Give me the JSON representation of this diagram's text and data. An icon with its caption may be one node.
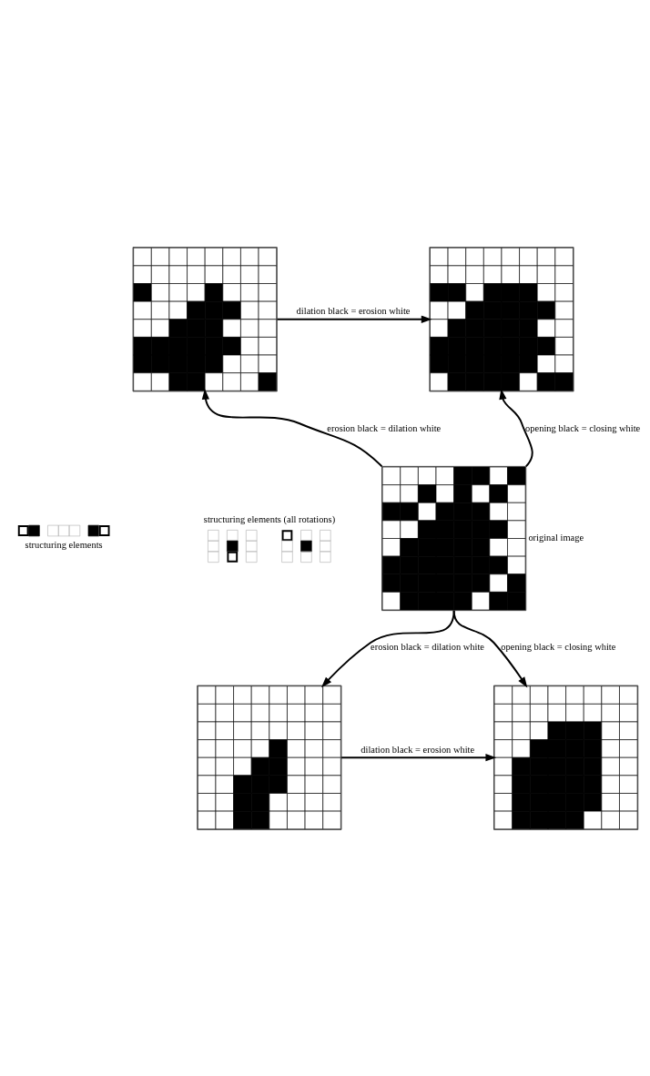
{
  "diagram": {
    "nodes": [
      {
        "text": [],
        "shape": "picture"
      },
      {
        "text": [],
        "shape": "picture"
      },
      {
        "text": [],
        "shape": "picture",
        "beside": [
          "original image"
        ]
      },
      {
        "text": [],
        "shape": "picture"
      },
      {
        "text": [],
        "shape": "picture"
      }
    ],
    "edges": [
      {
        "from": 0,
        "to": 1,
        "arrow": "to",
        "label": "dilation black = erosion white"
      },
      {
        "from": 2,
        "to": 0,
        "arrow": "to",
        "label": "erosion black = dilation white"
      },
      {
        "from": 2,
        "to": 1,
        "arrow": "to",
        "label": "opening black = closing white"
      },
      {
        "from": 2,
        "to": 3,
        "arrow": "to",
        "label": "erosion black = dilation white"
      },
      {
        "from": 2,
        "to": 4,
        "arrow": "to",
        "label": "opening black = closing white"
      },
      {
        "from": 3,
        "to": 4,
        "arrow": "to",
        "label": "dilation black = erosion white"
      }
    ],
    "labels": [
      "structuring elements",
      "structuring elements (all rotations)"
    ]
  }
}
